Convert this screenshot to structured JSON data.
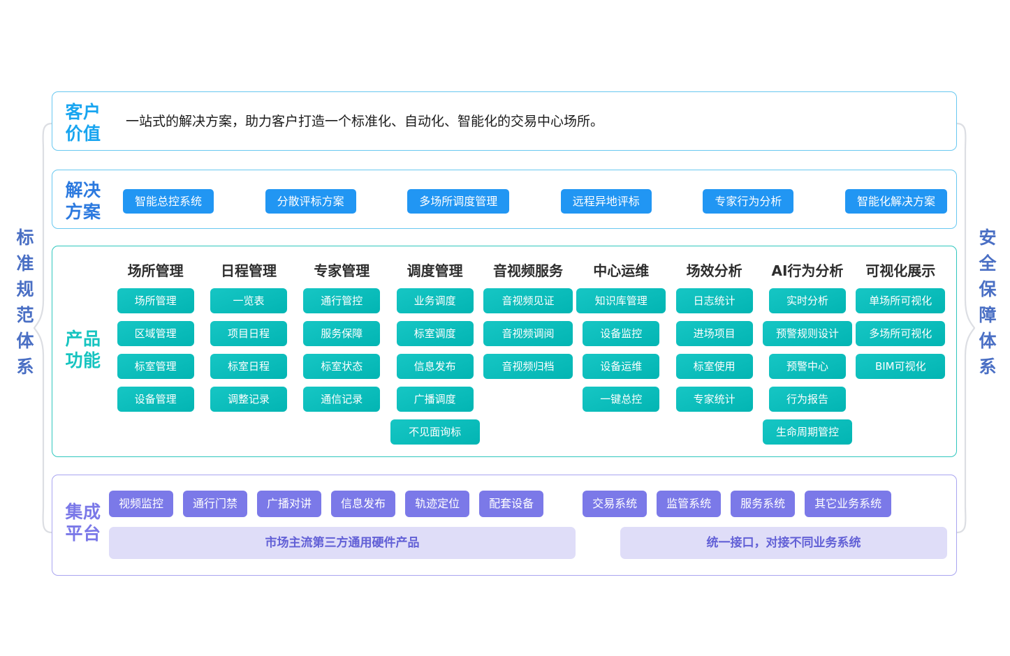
{
  "sides": {
    "left_label": "标准规范体系",
    "right_label": "安全保障体系",
    "label_color": "#4A6FC4"
  },
  "customer_value": {
    "title": "客户\n价值",
    "title_color": "#18A5F0",
    "text": "一站式的解决方案，助力客户打造一个标准化、自动化、智能化的交易中心场所。"
  },
  "solution": {
    "title": "解决\n方案",
    "title_color": "#2B79DF",
    "button_color": "#2196F3",
    "items": [
      "智能总控系统",
      "分散评标方案",
      "多场所调度管理",
      "远程异地评标",
      "专家行为分析",
      "智能化解决方案"
    ]
  },
  "product_functions": {
    "title": "产品\n功能",
    "title_color": "#16C4C0",
    "chip_color": "#02B5B3",
    "columns": [
      {
        "header": "场所管理",
        "items": [
          "场所管理",
          "区域管理",
          "标室管理",
          "设备管理"
        ]
      },
      {
        "header": "日程管理",
        "items": [
          "一览表",
          "项目日程",
          "标室日程",
          "调整记录"
        ]
      },
      {
        "header": "专家管理",
        "items": [
          "通行管控",
          "服务保障",
          "标室状态",
          "通信记录"
        ]
      },
      {
        "header": "调度管理",
        "items": [
          "业务调度",
          "标室调度",
          "信息发布",
          "广播调度",
          "不见面询标"
        ]
      },
      {
        "header": "音视频服务",
        "items": [
          "音视频见证",
          "音视频调阅",
          "音视频归档"
        ]
      },
      {
        "header": "中心运维",
        "items": [
          "知识库管理",
          "设备监控",
          "设备运维",
          "一键总控"
        ]
      },
      {
        "header": "场效分析",
        "items": [
          "日志统计",
          "进场项目",
          "标室使用",
          "专家统计"
        ]
      },
      {
        "header": "AI行为分析",
        "items": [
          "实时分析",
          "预警规则设计",
          "预警中心",
          "行为报告",
          "生命周期管控"
        ]
      },
      {
        "header": "可视化展示",
        "items": [
          "单场所可视化",
          "多场所可视化",
          "BIM可视化"
        ]
      }
    ]
  },
  "integration_platform": {
    "title": "集成\n平台",
    "title_color": "#7A78E8",
    "button_color": "#7B79E8",
    "bar_color": "#DFDDF8",
    "hardware_items": [
      "视频监控",
      "通行门禁",
      "广播对讲",
      "信息发布",
      "轨迹定位",
      "配套设备"
    ],
    "system_items": [
      "交易系统",
      "监管系统",
      "服务系统",
      "其它业务系统"
    ],
    "hardware_bar_label": "市场主流第三方通用硬件产品",
    "system_bar_label": "统一接口，对接不同业务系统"
  }
}
